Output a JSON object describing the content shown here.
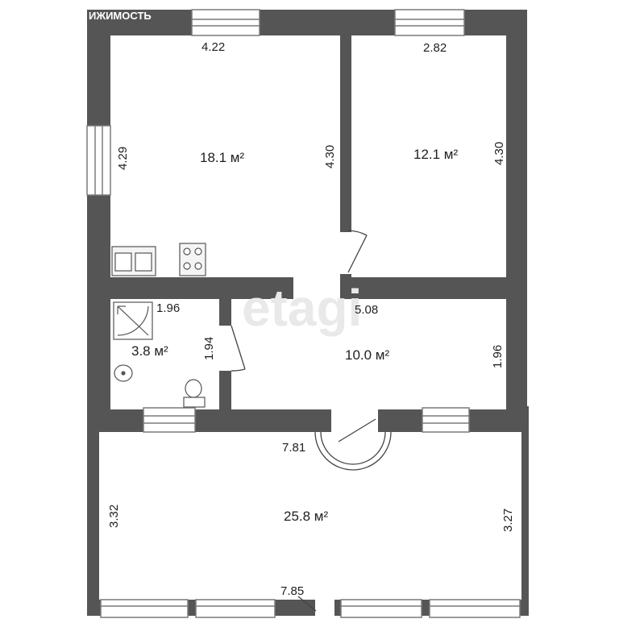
{
  "header": {
    "brand_text": "ИЖИМОСТЬ"
  },
  "watermark": {
    "text": "etagi"
  },
  "colors": {
    "wall": "#555555",
    "window_frame": "#7a7a7a",
    "background": "#ffffff"
  },
  "rooms": {
    "room_top_left": {
      "area": "18.1 м²",
      "width": "4.22",
      "height_left": "4.29",
      "height_right": "4.30"
    },
    "room_top_right": {
      "area": "12.1 м²",
      "width": "2.82",
      "height_right": "4.30"
    },
    "bathroom": {
      "area": "3.8 м²",
      "width": "1.96",
      "height": "1.94"
    },
    "hallway": {
      "area": "10.0 м²",
      "width": "5.08",
      "height": "1.96"
    },
    "room_bottom": {
      "area": "25.8 м²",
      "width_top": "7.81",
      "width_bottom": "7.85",
      "height_left": "3.32",
      "height_right": "3.27"
    }
  }
}
